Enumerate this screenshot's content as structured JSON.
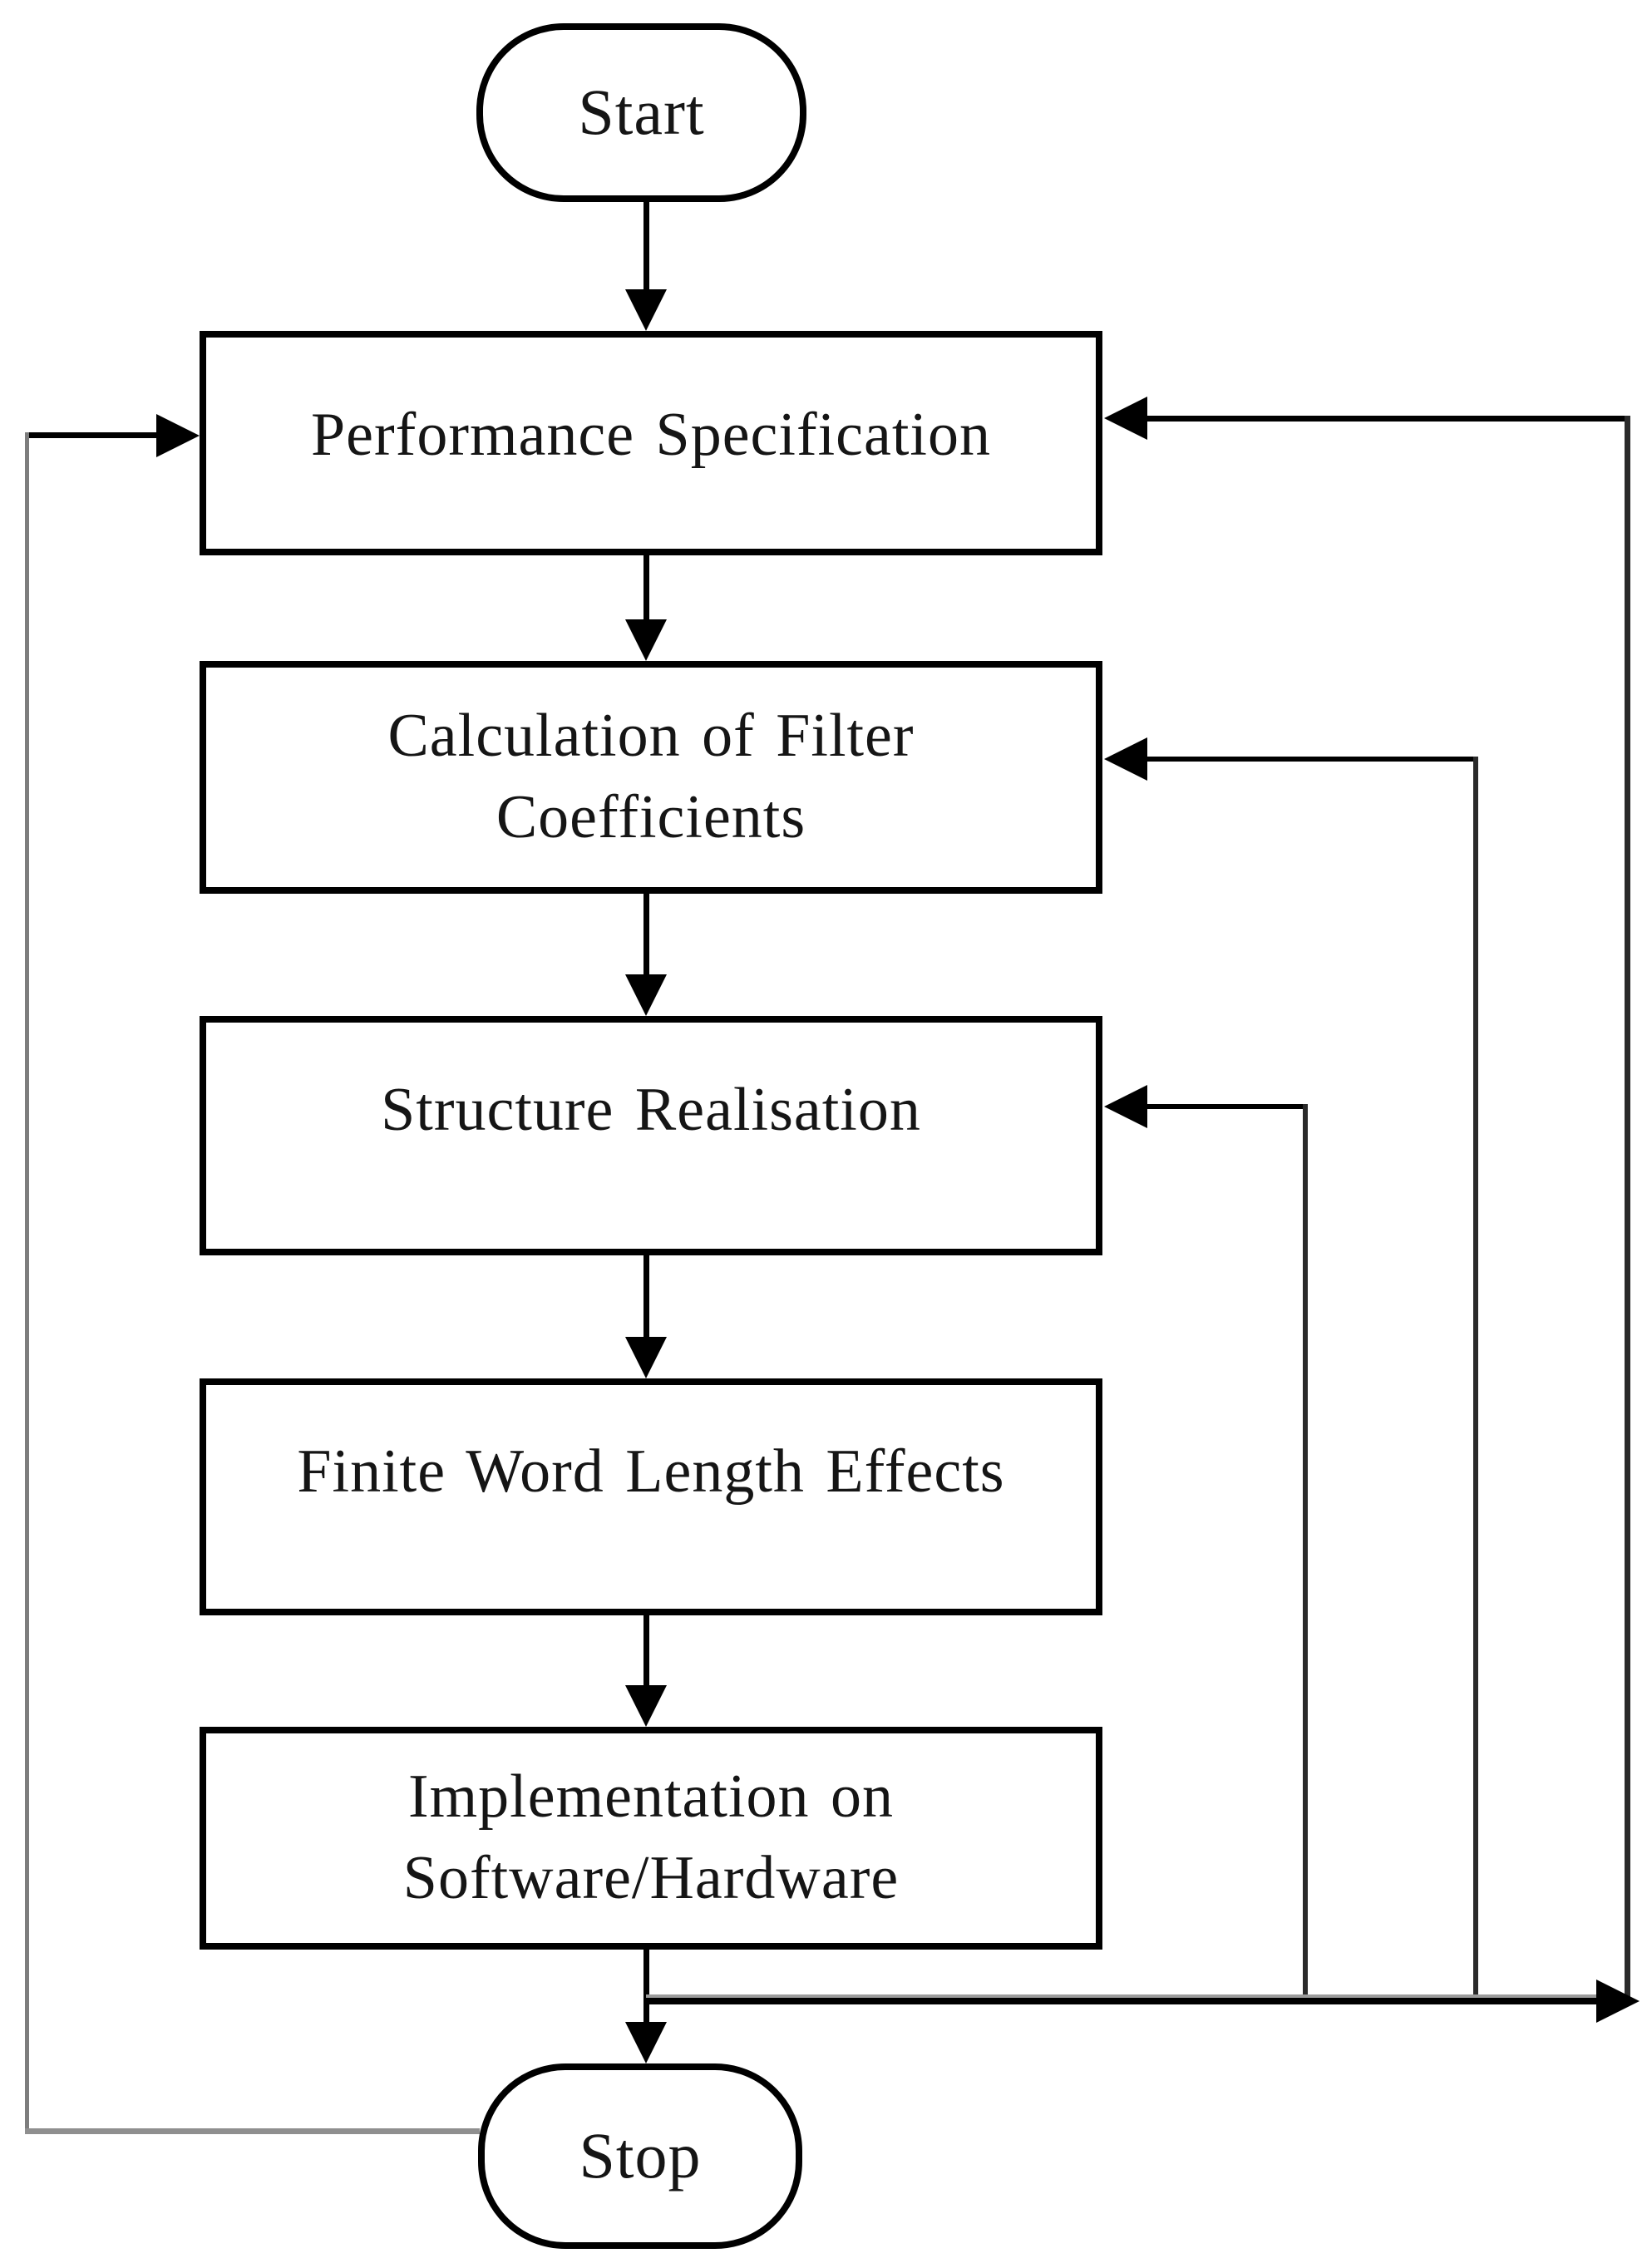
{
  "figure": {
    "title": "Digital filter design procedure flowchart",
    "background_color": "#ffffff",
    "line_color": "#000000",
    "secondary_line_color": "#8f8f8f",
    "nodes": [
      {
        "id": "start",
        "type": "terminator",
        "label": "Start"
      },
      {
        "id": "performance-specification",
        "type": "process",
        "label": "Performance Specification"
      },
      {
        "id": "calculation-of-filter-coefficients",
        "type": "process",
        "label": "Calculation of Filter Coefficients"
      },
      {
        "id": "structure-realisation",
        "type": "process",
        "label": "Structure Realisation"
      },
      {
        "id": "finite-word-length-effects",
        "type": "process",
        "label": "Finite Word Length Effects"
      },
      {
        "id": "implementation-on-software-hardware",
        "type": "process",
        "label": "Implementation on Software/Hardware"
      },
      {
        "id": "stop",
        "type": "terminator",
        "label": "Stop"
      }
    ],
    "edges": [
      {
        "from": "start",
        "to": "performance-specification",
        "style": "solid-black-down-arrow"
      },
      {
        "from": "performance-specification",
        "to": "calculation-of-filter-coefficients",
        "style": "solid-black-down-arrow"
      },
      {
        "from": "calculation-of-filter-coefficients",
        "to": "structure-realisation",
        "style": "solid-black-down-arrow"
      },
      {
        "from": "structure-realisation",
        "to": "finite-word-length-effects",
        "style": "solid-black-down-arrow"
      },
      {
        "from": "finite-word-length-effects",
        "to": "implementation-on-software-hardware",
        "style": "solid-black-down-arrow"
      },
      {
        "from": "implementation-on-software-hardware",
        "to": "stop",
        "style": "solid-black-down-arrow"
      },
      {
        "from": "implementation-on-software-hardware",
        "to": "performance-specification",
        "style": "feedback-right-outer-arrow-into-right-side"
      },
      {
        "from": "implementation-on-software-hardware",
        "to": "calculation-of-filter-coefficients",
        "style": "feedback-right-middle-arrow-into-right-side"
      },
      {
        "from": "implementation-on-software-hardware",
        "to": "structure-realisation",
        "style": "feedback-right-inner-arrow-into-right-side"
      },
      {
        "from": "stop",
        "to": "performance-specification",
        "style": "feedback-left-gray-arrow-into-left-side"
      }
    ]
  }
}
